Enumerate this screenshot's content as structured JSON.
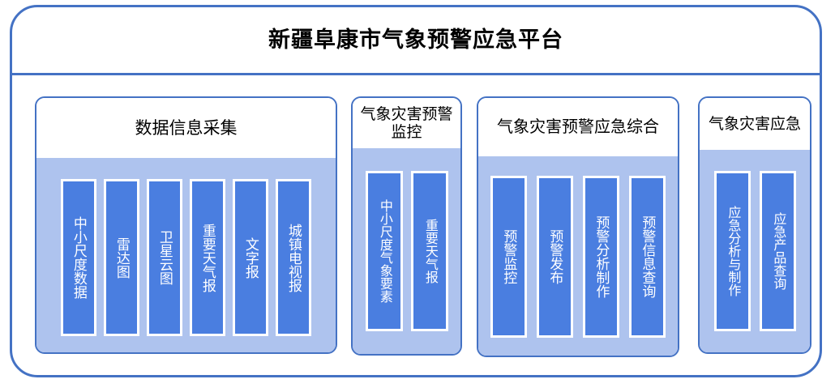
{
  "header": {
    "title": "新疆阜康市气象预警应急平台"
  },
  "colors": {
    "frame_border": "#4472c4",
    "panel_border": "#4472c4",
    "panel_body_bg": "#aec3ee",
    "chip_bg": "#4a7ee0",
    "chip_border": "#ffffff",
    "chip_text": "#ffffff",
    "title_text": "#000000",
    "page_bg": "#ffffff"
  },
  "panels": [
    {
      "id": "panel-1",
      "title": "数据信息采集",
      "items": [
        {
          "label": "中小尺度数据"
        },
        {
          "label": "雷达图"
        },
        {
          "label": "卫星云图"
        },
        {
          "label": "重要天气报"
        },
        {
          "label": "文字报"
        },
        {
          "label": "城镇电视报"
        }
      ]
    },
    {
      "id": "panel-2",
      "title": "气象灾害预警监控",
      "items": [
        {
          "label": "中小尺度气象要素"
        },
        {
          "label": "重要天气报"
        }
      ]
    },
    {
      "id": "panel-3",
      "title": "气象灾害预警应急综合",
      "items": [
        {
          "label": "预警监控"
        },
        {
          "label": "预警发布"
        },
        {
          "label": "预警分析制作"
        },
        {
          "label": "预警信息查询"
        }
      ]
    },
    {
      "id": "panel-4",
      "title": "气象灾害应急",
      "items": [
        {
          "label": "应急分析与制作"
        },
        {
          "label": "应急产品查询"
        }
      ]
    }
  ]
}
